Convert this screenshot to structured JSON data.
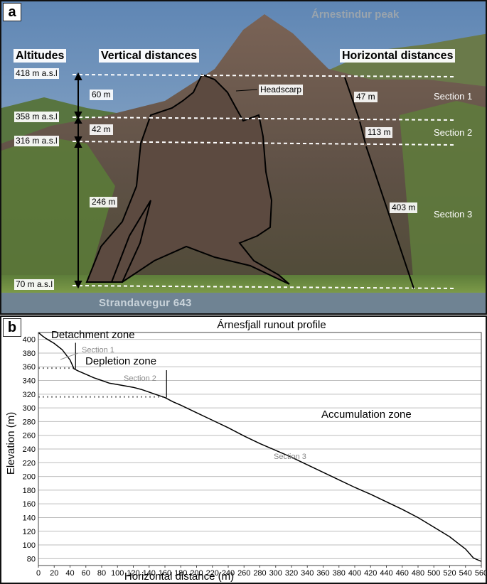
{
  "panel_a": {
    "letter": "a",
    "peak_label": "Árnestindur peak",
    "headers": {
      "altitudes": "Altitudes",
      "vertical": "Vertical distances",
      "horizontal": "Horizontal distances"
    },
    "altitudes": [
      "418 m a.s.l",
      "358 m a.s.l",
      "316 m a.s.l",
      "70 m a.s.l"
    ],
    "vertical_distances": [
      "60 m",
      "42 m",
      "246 m"
    ],
    "horizontal_distances": [
      "47 m",
      "113 m",
      "403 m"
    ],
    "sections": [
      "Section 1",
      "Section 2",
      "Section 3"
    ],
    "headscarp": "Headscarp",
    "road": "Strandavegur 643",
    "colors": {
      "sky": "#6f8fb4",
      "slope": "#6b5a4e",
      "grass": "#5c7a3a",
      "water": "#6d7f8c"
    }
  },
  "panel_b": {
    "letter": "b",
    "chart_data": {
      "type": "line",
      "title": "Árnesfjall runout profile",
      "xlabel": "Horizontal distance (m)",
      "ylabel": "Elevation (m)",
      "xlim": [
        0,
        560
      ],
      "ylim": [
        70,
        410
      ],
      "xticks": [
        0,
        20,
        40,
        60,
        80,
        100,
        120,
        140,
        160,
        180,
        200,
        220,
        240,
        260,
        280,
        300,
        320,
        340,
        360,
        380,
        400,
        420,
        440,
        460,
        480,
        500,
        520,
        540,
        560
      ],
      "yticks": [
        80,
        100,
        120,
        140,
        160,
        180,
        200,
        220,
        240,
        260,
        280,
        300,
        320,
        340,
        360,
        380,
        400
      ],
      "grid": "horizontal",
      "series": [
        {
          "x": [
            0,
            5,
            10,
            20,
            30,
            40,
            45,
            50,
            60,
            70,
            80,
            90,
            100,
            110,
            120,
            130,
            140,
            150,
            160,
            170,
            180,
            200,
            220,
            240,
            260,
            280,
            300,
            320,
            340,
            360,
            380,
            400,
            420,
            440,
            460,
            480,
            500,
            520,
            530,
            540,
            550,
            560
          ],
          "values": [
            410,
            405,
            401,
            394,
            385,
            370,
            357,
            354,
            349,
            344,
            340,
            336,
            334,
            332,
            330,
            327,
            323,
            319,
            315,
            309,
            304,
            293,
            282,
            271,
            259,
            248,
            238,
            228,
            217,
            206,
            195,
            184,
            174,
            163,
            152,
            140,
            126,
            112,
            103,
            94,
            81,
            76
          ]
        }
      ],
      "annotations": [
        "Detachment zone",
        "Depletion zone",
        "Accumulation zone",
        "Section 1",
        "Section 2",
        "Section 3"
      ],
      "reference_levels": [
        358,
        316
      ]
    }
  }
}
